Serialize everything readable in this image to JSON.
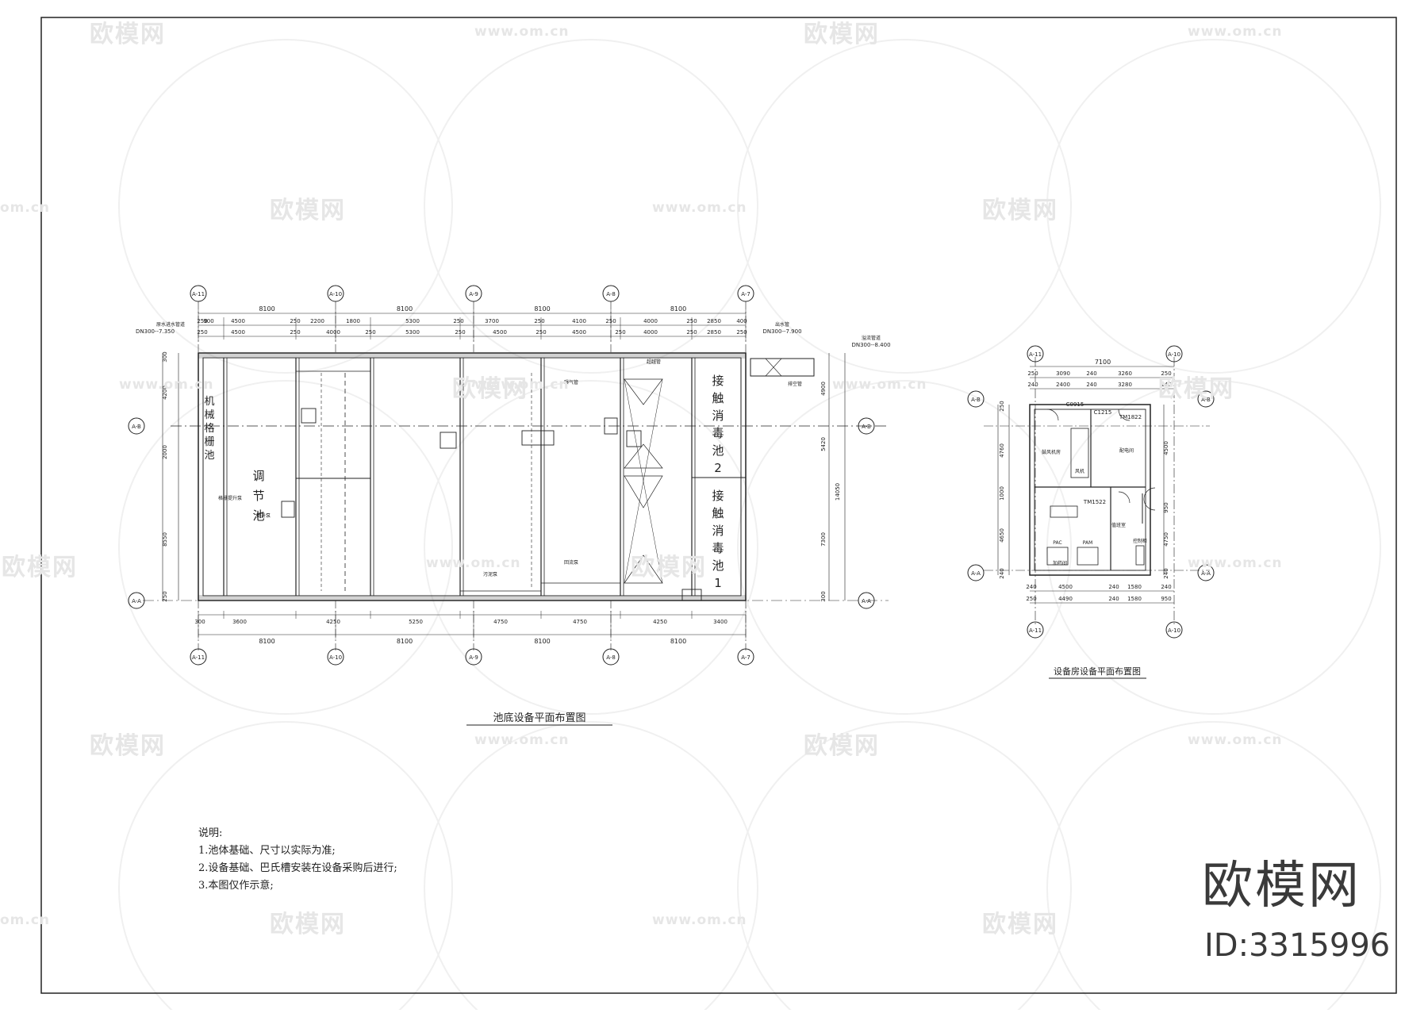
{
  "watermark": {
    "brand_text": "欧模网",
    "url_text": "www.om.cn",
    "url_fragment": "om.cn",
    "id_text": "ID:3315996"
  },
  "plan_main": {
    "title": "池底设备平面布置图",
    "grid_labels": [
      "A-11",
      "A-10",
      "A-9",
      "A-8",
      "A-7"
    ],
    "row_labels": [
      "A-A",
      "A-B"
    ],
    "top_dims": [
      "8100",
      "8100",
      "8100",
      "8100"
    ],
    "top_dims_2": [
      "250",
      "900",
      "4500",
      "250",
      "2200",
      "1800",
      "5300",
      "250",
      "3700",
      "250",
      "4100",
      "250",
      "4000",
      "250",
      "2850",
      "400"
    ],
    "top_dims_3": [
      "250",
      "4500",
      "250",
      "4000",
      "250",
      "5300",
      "250",
      "4500",
      "250",
      "4500",
      "250",
      "4000",
      "250",
      "2850",
      "250"
    ],
    "bottom_dims": [
      "300",
      "3600",
      "4250",
      "5250",
      "4750",
      "4750",
      "4250",
      "3400"
    ],
    "bottom_dims_2": [
      "8100",
      "8100",
      "8100",
      "8100"
    ],
    "left_dims": [
      "300",
      "4200",
      "2000",
      "8550",
      "250"
    ],
    "right_dims": [
      "4900",
      "5420",
      "7300",
      "300"
    ],
    "right_total": "14050",
    "room_labels": {
      "screen": [
        "机",
        "械",
        "格",
        "栅",
        "池"
      ],
      "regulating": [
        "调",
        "节",
        "池"
      ],
      "disinfect_2": [
        "接",
        "触",
        "消",
        "毒",
        "池",
        "2"
      ],
      "disinfect_1": [
        "接",
        "触",
        "消",
        "毒",
        "池",
        "1"
      ]
    },
    "callouts": {
      "inlet": "原水进水管道",
      "inlet_pipe": "DN300--7.350",
      "outlet_pipe": "DN300--7.900",
      "outlet_label": "出水管",
      "overflow": "DN300--8.400",
      "overflow_label": "溢流管道",
      "pump_screen": "格栅提升泵",
      "pump_lift": "提升泵",
      "aeration": "曝气管",
      "sludge": "污泥泵",
      "return": "回流泵",
      "bypass": "超越管",
      "pipe_label": "排空管"
    }
  },
  "plan_room": {
    "title": "设备房设备平面布置图",
    "grid_labels": [
      "A-11",
      "A-10"
    ],
    "row_labels": [
      "A-A",
      "A-B"
    ],
    "top_dims": [
      "7100"
    ],
    "top_dims_2": [
      "250",
      "3090",
      "240",
      "3260",
      "250"
    ],
    "top_dims_3": [
      "240",
      "2400",
      "240",
      "3280",
      "240"
    ],
    "bottom_dims": [
      "240",
      "4500",
      "240",
      "1580",
      "240"
    ],
    "bottom_dims_2": [
      "250",
      "4490",
      "240",
      "1580",
      "950"
    ],
    "left_dims": [
      "250",
      "4760",
      "1000",
      "4650",
      "240"
    ],
    "right_dims": [
      "4500",
      "950",
      "4750",
      "240"
    ],
    "door_labels": [
      "C0915",
      "C1215",
      "TM1822",
      "TM1522"
    ],
    "room_text": [
      "鼓风机房",
      "配电间",
      "加药间",
      "值班室"
    ],
    "equipment": [
      "风机",
      "PAC",
      "PAM",
      "控制柜"
    ]
  },
  "notes": {
    "heading": "说明:",
    "items": [
      "1.池体基础、尺寸以实际为准;",
      "2.设备基础、巴氏槽安装在设备采购后进行;",
      "3.本图仅作示意;"
    ]
  }
}
